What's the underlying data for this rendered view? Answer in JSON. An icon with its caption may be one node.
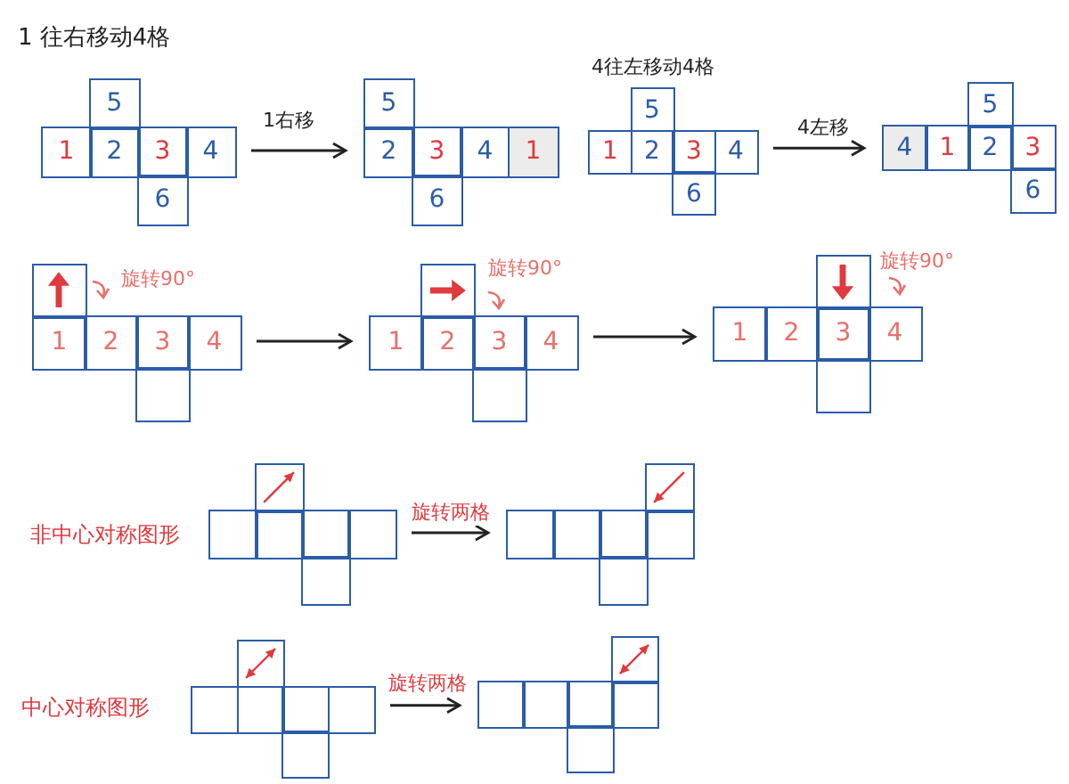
{
  "diagram": {
    "nodes": [
      {
        "text": [
          "5"
        ]
      },
      {
        "text": [
          "1"
        ]
      },
      {
        "text": [
          "2"
        ]
      },
      {
        "text": [
          "3"
        ]
      },
      {
        "text": [
          "4"
        ]
      },
      {
        "text": [
          "6"
        ]
      },
      {
        "text": [
          "5"
        ]
      },
      {
        "text": [
          "2"
        ]
      },
      {
        "text": [
          "3"
        ]
      },
      {
        "text": [
          "4"
        ]
      },
      {
        "text": [
          "1"
        ]
      },
      {
        "text": [
          "6"
        ]
      },
      {
        "text": [
          "5"
        ]
      },
      {
        "text": [
          "1"
        ]
      },
      {
        "text": [
          "2"
        ]
      },
      {
        "text": [
          "3"
        ]
      },
      {
        "text": [
          "4"
        ]
      },
      {
        "text": [
          "6"
        ]
      },
      {
        "text": [
          "5"
        ]
      },
      {
        "text": [
          "4"
        ]
      },
      {
        "text": [
          "1"
        ]
      },
      {
        "text": [
          "2"
        ]
      },
      {
        "text": [
          "3"
        ]
      },
      {
        "text": [
          "6"
        ]
      },
      {
        "text": [],
        "shape": "box"
      },
      {
        "text": [
          "1"
        ]
      },
      {
        "text": [
          "2"
        ]
      },
      {
        "text": [
          "3"
        ]
      },
      {
        "text": [
          "4"
        ]
      },
      {
        "text": [],
        "shape": "box"
      },
      {
        "text": [],
        "shape": "box"
      },
      {
        "text": [
          "1"
        ]
      },
      {
        "text": [
          "2"
        ]
      },
      {
        "text": [
          "3"
        ]
      },
      {
        "text": [
          "4"
        ]
      },
      {
        "text": [],
        "shape": "box"
      },
      {
        "text": [],
        "shape": "box"
      },
      {
        "text": [
          "1"
        ]
      },
      {
        "text": [
          "2"
        ]
      },
      {
        "text": [
          "3"
        ]
      },
      {
        "text": [
          "4"
        ]
      },
      {
        "text": [],
        "shape": "box"
      },
      {
        "text": [],
        "shape": "box"
      },
      {
        "text": [],
        "shape": "box"
      },
      {
        "text": [],
        "shape": "box"
      },
      {
        "text": [],
        "shape": "box"
      },
      {
        "text": [],
        "shape": "box"
      },
      {
        "text": [],
        "shape": "box"
      },
      {
        "text": [],
        "shape": "box"
      },
      {
        "text": [],
        "shape": "box"
      },
      {
        "text": [],
        "shape": "box"
      },
      {
        "text": [],
        "shape": "box"
      },
      {
        "text": [],
        "shape": "box"
      },
      {
        "text": [],
        "shape": "box"
      },
      {
        "text": [],
        "shape": "box"
      },
      {
        "text": [],
        "shape": "box"
      },
      {
        "text": [],
        "shape": "box"
      },
      {
        "text": [],
        "shape": "box"
      },
      {
        "text": [],
        "shape": "box"
      },
      {
        "text": [],
        "shape": "box"
      },
      {
        "text": [],
        "shape": "box"
      },
      {
        "text": [],
        "shape": "box"
      },
      {
        "text": [],
        "shape": "box"
      },
      {
        "text": [],
        "shape": "box"
      },
      {
        "text": [],
        "shape": "box"
      },
      {
        "text": [],
        "shape": "box"
      }
    ],
    "edges": [
      {
        "from": 4,
        "to": 7,
        "arrow": "to",
        "label": "1右移"
      },
      {
        "from": 16,
        "to": 19,
        "arrow": "to",
        "label": "4左移"
      },
      {
        "from": 28,
        "to": 31,
        "arrow": "to"
      },
      {
        "from": 34,
        "to": 37,
        "arrow": "to"
      },
      {
        "from": 46,
        "to": 49,
        "arrow": "to",
        "label": "旋转两格"
      },
      {
        "from": 58,
        "to": 61,
        "arrow": "to",
        "label": "旋转两格"
      }
    ],
    "labels": [
      "1 往右移动4格",
      "4往左移动4格",
      "旋转90°",
      "旋转90°",
      "旋转90°",
      "非中心对称图形",
      "中心对称图形"
    ]
  }
}
